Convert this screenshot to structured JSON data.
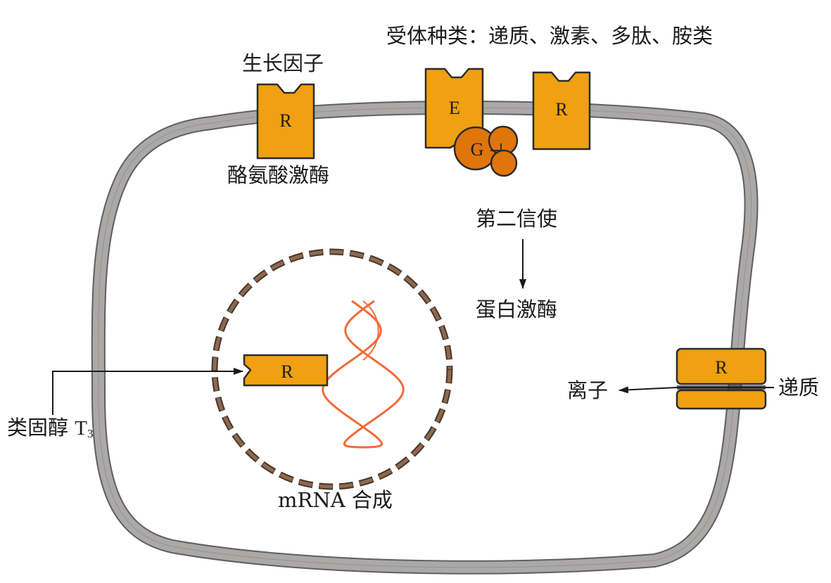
{
  "labels": {
    "receptor_types": "受体种类：递质、激素、多肽、胺类",
    "growth_factor": "生长因子",
    "tyrosine_kinase": "酪氨酸激酶",
    "second_messenger": "第二信使",
    "protein_kinase": "蛋白激酶",
    "mrna_synthesis": "mRNA 合成",
    "steroid": "类固醇",
    "t3_base": "T",
    "t3_sub": "3",
    "ion": "离子",
    "transmitter": "递质"
  },
  "receptor_letters": {
    "growth_factor_receptor": "R",
    "enzyme": "E",
    "g_protein": "G",
    "gpcr": "R",
    "nuclear_receptor": "R",
    "ion_channel_receptor": "R"
  },
  "colors": {
    "membrane": "#a9a9a9",
    "receptor_fill": "#f0a010",
    "receptor_stroke": "#2b2b2b",
    "g_protein_fill": "#e0750a",
    "nuclear_envelope": "#8b6a52",
    "dna": "#f26a38",
    "text": "#1a1a1a"
  }
}
